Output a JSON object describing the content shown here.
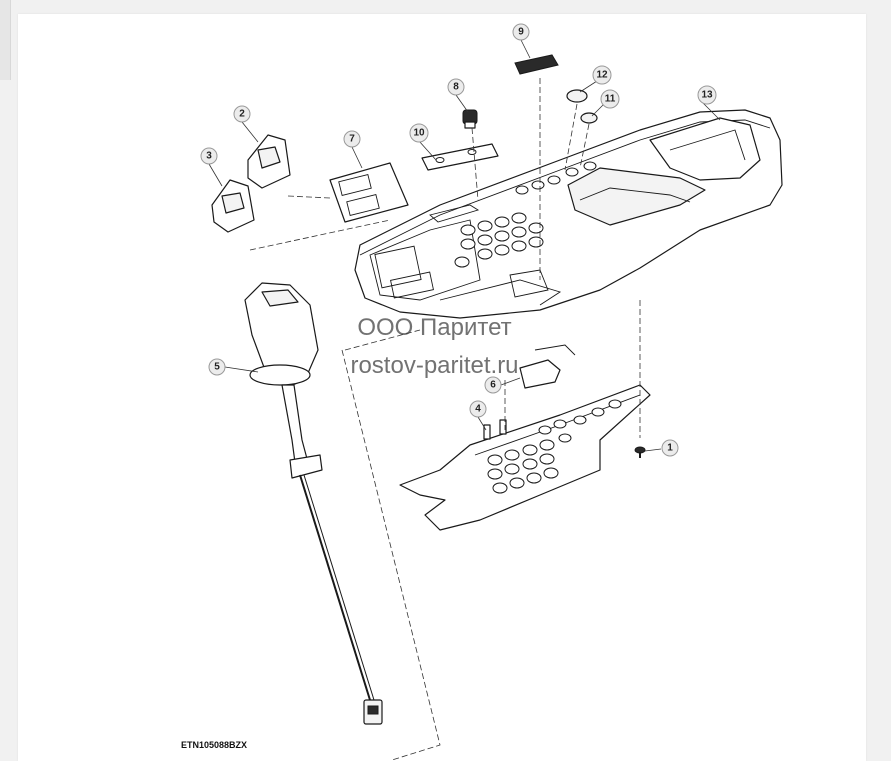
{
  "watermark": {
    "line1": "ООО Паритет",
    "line2": "rostov-paritet.ru"
  },
  "reference_code": "ETN105088BZX",
  "callouts": [
    {
      "id": "callout-1",
      "label": "1"
    },
    {
      "id": "callout-2",
      "label": "2"
    },
    {
      "id": "callout-3",
      "label": "3"
    },
    {
      "id": "callout-4",
      "label": "4"
    },
    {
      "id": "callout-5",
      "label": "5"
    },
    {
      "id": "callout-6",
      "label": "6"
    },
    {
      "id": "callout-7",
      "label": "7"
    },
    {
      "id": "callout-8",
      "label": "8"
    },
    {
      "id": "callout-9",
      "label": "9"
    },
    {
      "id": "callout-10",
      "label": "10"
    },
    {
      "id": "callout-11",
      "label": "11"
    },
    {
      "id": "callout-12",
      "label": "12"
    },
    {
      "id": "callout-13",
      "label": "13"
    }
  ]
}
